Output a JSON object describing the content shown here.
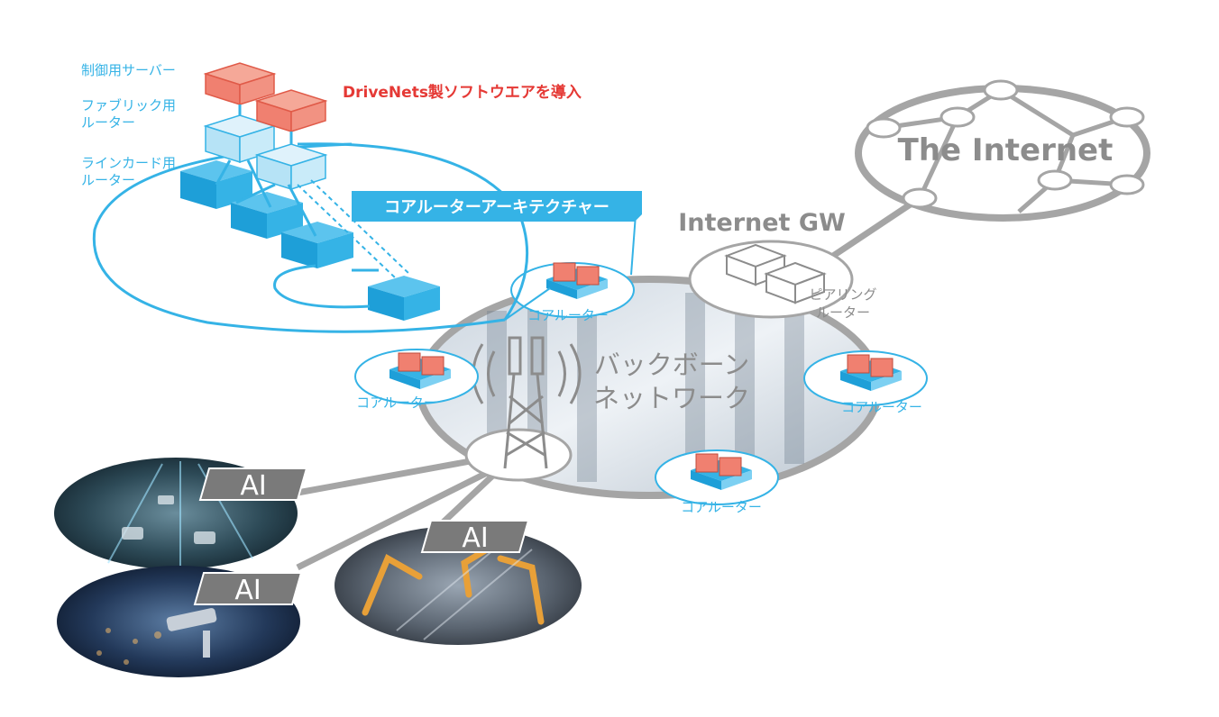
{
  "diagram": {
    "title_internet": "The Internet",
    "internet_gw": "Internet GW",
    "backbone": [
      "バックボーン",
      "ネットワーク"
    ],
    "peering_router": [
      "ピアリング",
      "ルーター"
    ],
    "core_router": "コアルーター",
    "core_arch_banner": "コアルーターアーキテクチャー",
    "drivenets": "DriveNets製ソフトウエアを導入",
    "control_server": "制御用サーバー",
    "fabric_router": [
      "ファブリック用",
      "ルーター"
    ],
    "linecard_router": [
      "ラインカード用",
      "ルーター"
    ],
    "ai_label": "AI"
  },
  "colors": {
    "blue": "#35b3e6",
    "blue_dark": "#1e9fd8",
    "red_box": "#f08070",
    "gray_line": "#a5a5a5",
    "gray_text": "#8c8c8c",
    "ai_box": "#7a7a7a",
    "drivenets_red": "#e53935"
  }
}
